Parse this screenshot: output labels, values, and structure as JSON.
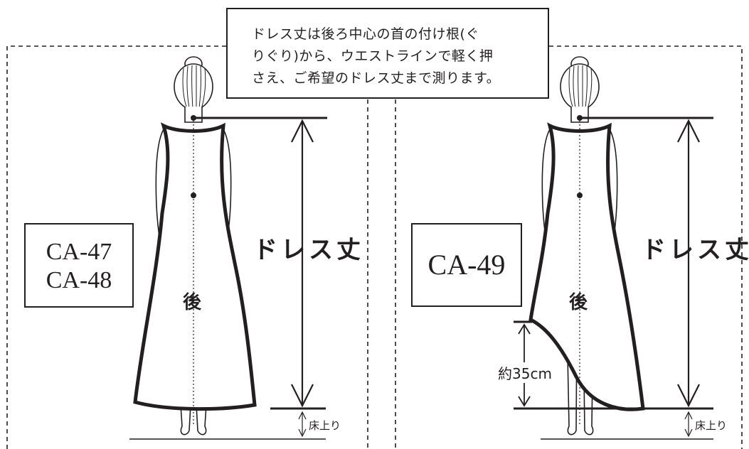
{
  "note": {
    "lines": [
      "ドレス丈は後ろ中心の首の付け根(ぐ",
      "りぐり)から、ウエストラインで軽く押",
      "さえ、ご希望のドレス丈まで測ります。"
    ]
  },
  "left_panel": {
    "model_codes": [
      "CA-47",
      "CA-48"
    ],
    "dress_length_label": "ドレス丈",
    "back_label": "後",
    "floor_label": "床上り"
  },
  "right_panel": {
    "model_code": "CA-49",
    "dress_length_label": "ドレス丈",
    "back_label": "後",
    "hem_difference_label": "約35cm",
    "floor_label": "床上り"
  },
  "colors": {
    "ink": "#231f20",
    "background": "#ffffff"
  }
}
